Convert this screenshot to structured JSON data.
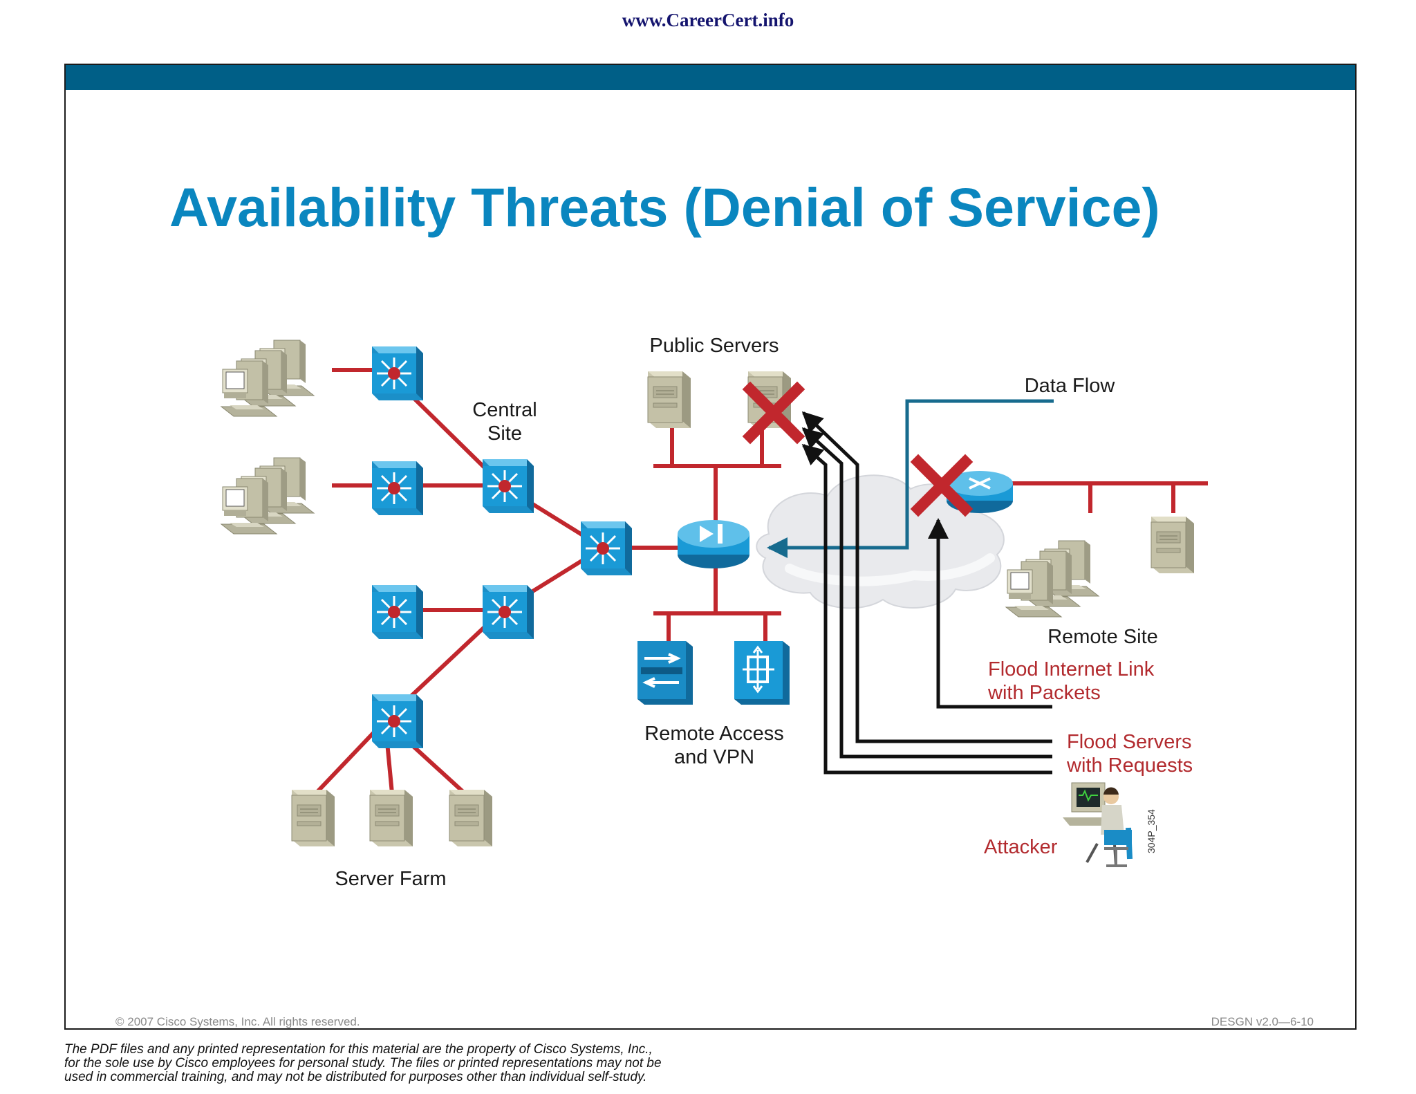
{
  "header": {
    "site_url": "www.CareerCert.info"
  },
  "slide": {
    "title": "Availability Threats (Denial of Service)",
    "copyright": "© 2007 Cisco Systems, Inc. All rights reserved.",
    "course_code": "DESGN v2.0—6-10"
  },
  "diagram": {
    "labels": {
      "central_site_line1": "Central",
      "central_site_line2": "Site",
      "public_servers": "Public Servers",
      "data_flow": "Data Flow",
      "remote_site": "Remote Site",
      "flood_link_line1": "Flood Internet Link",
      "flood_link_line2": "with Packets",
      "flood_servers_line1": "Flood Servers",
      "flood_servers_line2": "with Requests",
      "attacker": "Attacker",
      "remote_access_line1": "Remote Access",
      "remote_access_line2": "and VPN",
      "server_farm": "Server Farm",
      "figure_code": "304P_354"
    },
    "colors": {
      "link": "#c1272d",
      "switch": "#1a9ad6",
      "data_flow": "#176b8e",
      "attack_path": "#111111",
      "threat_text": "#b22a2e",
      "cloud": "#e9eaed",
      "device_beige": "#c9c6ad"
    },
    "icons": [
      "workstation-icon",
      "multilayer-switch-icon",
      "server-icon",
      "router-icon",
      "pix-firewall-icon",
      "vpn-concentrator-icon",
      "cloud-icon",
      "attacker-icon",
      "failure-x-icon"
    ]
  },
  "footer": {
    "disclaimer_line1": "The PDF files and any printed representation for this material are the property of Cisco Systems, Inc.,",
    "disclaimer_line2": "for the sole use by Cisco employees for personal study. The files or printed representations may not be",
    "disclaimer_line3": "used in commercial training, and may not be distributed for purposes other than individual self-study."
  }
}
